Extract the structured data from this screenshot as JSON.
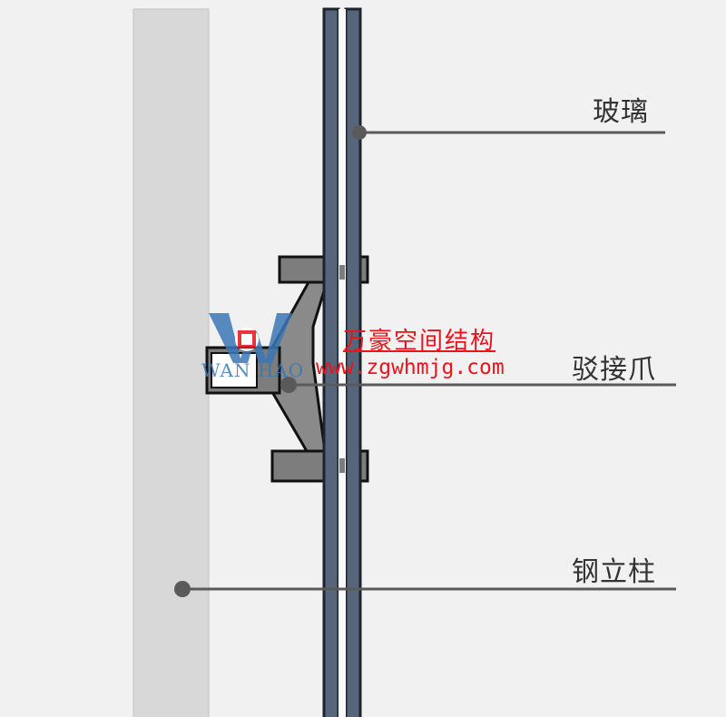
{
  "labels": {
    "glass": "玻璃",
    "spider_claw": "驳接爪",
    "steel_column": "钢立柱"
  },
  "watermark": {
    "company": "万豪空间结构",
    "url": "www.zgwhmjg.com",
    "brand": "WAN HAO",
    "logo_mark": "W"
  },
  "colors": {
    "background": "#f1f1f1",
    "column": "#d8d8d8",
    "glass": "#56657a",
    "claw": "#7d7d7d",
    "leader": "#5a5a5a",
    "watermark_red": "#e8141e",
    "watermark_blue": "#3b78b5"
  }
}
